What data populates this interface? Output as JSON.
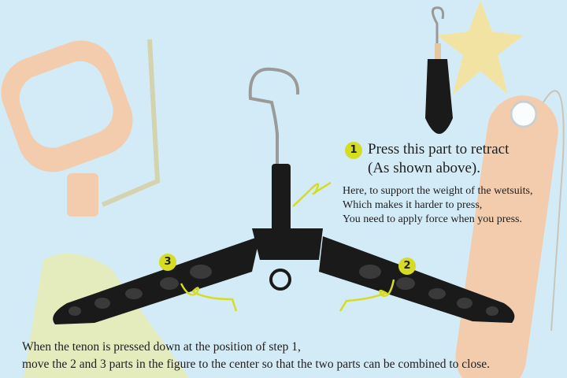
{
  "step1": {
    "number": "1",
    "title_line1": "Press this part to retract",
    "title_line2": "(As shown above).",
    "note": [
      "Here, to support the weight of the wetsuits,",
      "Which makes it harder to press,",
      "You need to apply force when you press."
    ]
  },
  "step2": {
    "number": "2"
  },
  "step3": {
    "number": "3"
  },
  "bottom": [
    "When the tenon is pressed down at the position of step 1,",
    "move the 2 and 3 parts in the figure to the center so that the two parts can be combined to close."
  ],
  "colors": {
    "background": "#d3ebf7",
    "badge": "#d6dc22",
    "hanger": "#1a1a1a"
  }
}
